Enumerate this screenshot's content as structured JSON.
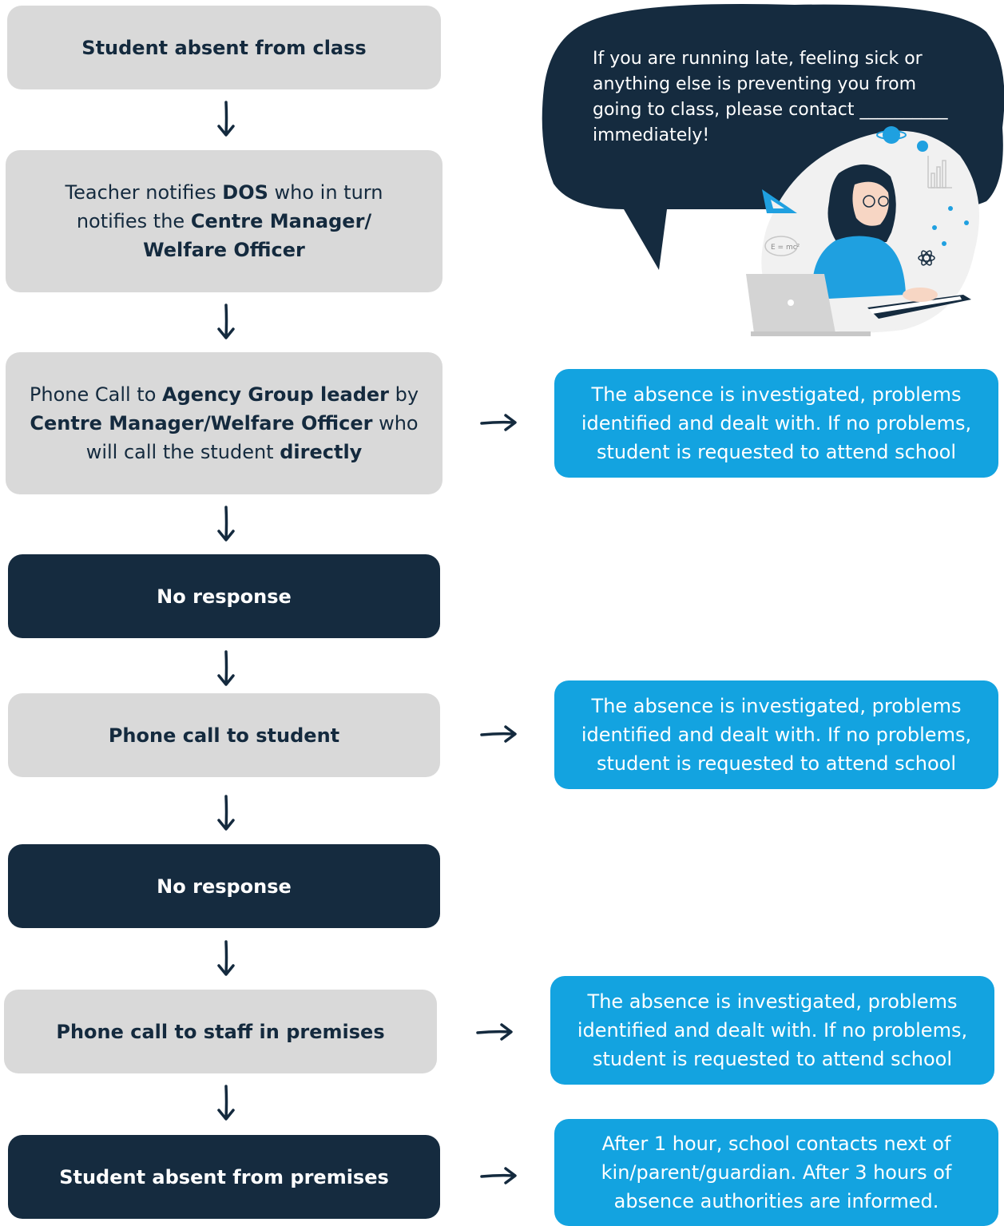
{
  "flow": {
    "step1": "Student absent from class",
    "step2": {
      "t1": "Teacher notifies ",
      "b1": "DOS",
      "t2": " who in turn notifies the ",
      "b2": "Centre Manager/ Welfare Officer"
    },
    "step3": {
      "t1": "Phone Call to ",
      "b1": "Agency Group leader",
      "t2": " by ",
      "b2": "Centre Manager/Welfare Officer",
      "t3": " who will call the student ",
      "b3": "directly"
    },
    "step4": "No response",
    "step5": "Phone call to student",
    "step6": "No response",
    "step7": "Phone call to staff in premises",
    "step8": "Student absent from premises"
  },
  "outcomes": {
    "investigated": "The absence is investigated, problems identified and dealt with. If no problems, student is requested to attend school",
    "final": "After 1 hour, school contacts next of kin/parent/guardian. After 3 hours of absence authorities are informed."
  },
  "bubble": {
    "text": "If you are running late, feeling sick or anything else is preventing you from going to class, please contact __________ immediately!"
  },
  "illustration": {
    "formula": "E = mc²"
  },
  "colors": {
    "grey_box": "#d9d9d9",
    "dark_box": "#152b3f",
    "blue_box": "#13a3e0",
    "person_shirt": "#1fa0e0"
  }
}
